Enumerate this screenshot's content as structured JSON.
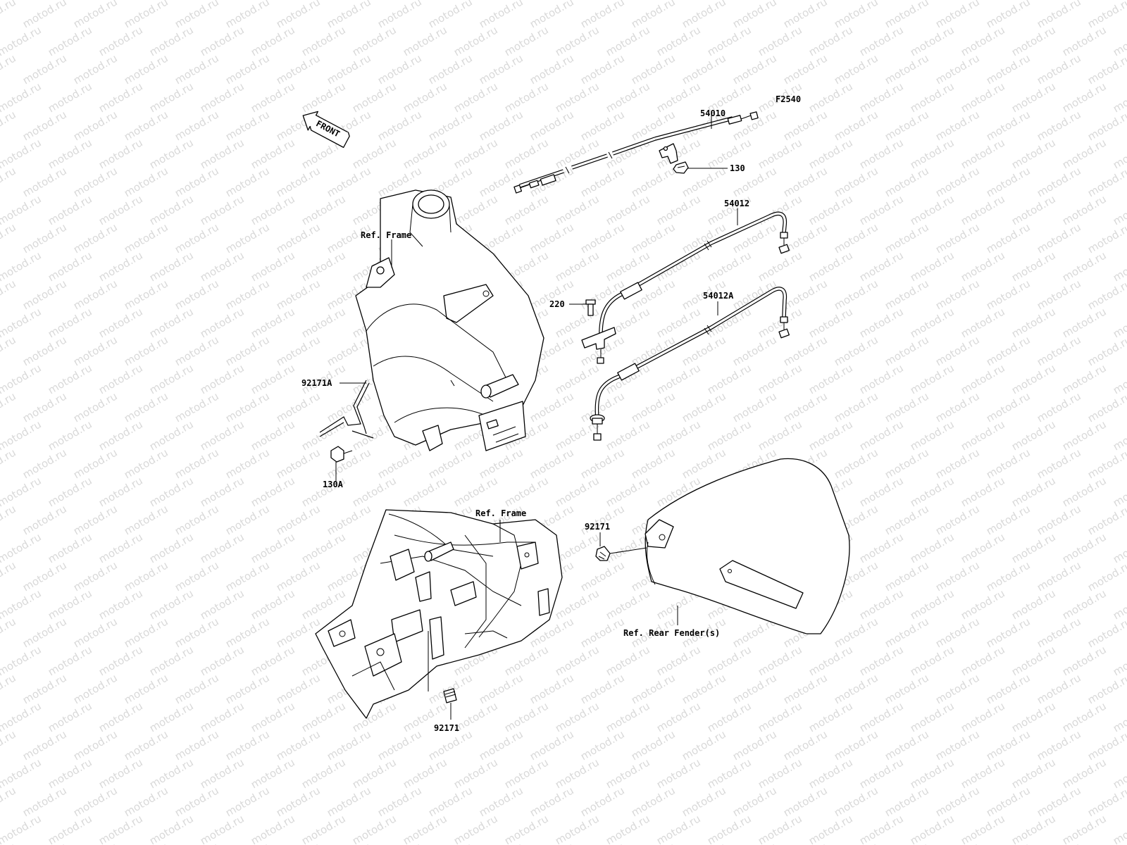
{
  "diagram_code": "F2540",
  "watermark_text": "motod.ru",
  "front_arrow_text": "FRONT",
  "labels": {
    "throttle_cable": "54010",
    "bolt_130": "130",
    "cable_54012": "54012",
    "screw_220": "220",
    "cable_54012a": "54012A",
    "ref_frame_top": "Ref. Frame",
    "clamp_92171a": "92171A",
    "bolt_130a": "130A",
    "ref_frame_bottom": "Ref. Frame",
    "clamp_92171_right": "92171",
    "ref_rear_fender": "Ref. Rear Fender(s)",
    "clamp_92171_bottom": "92171"
  }
}
